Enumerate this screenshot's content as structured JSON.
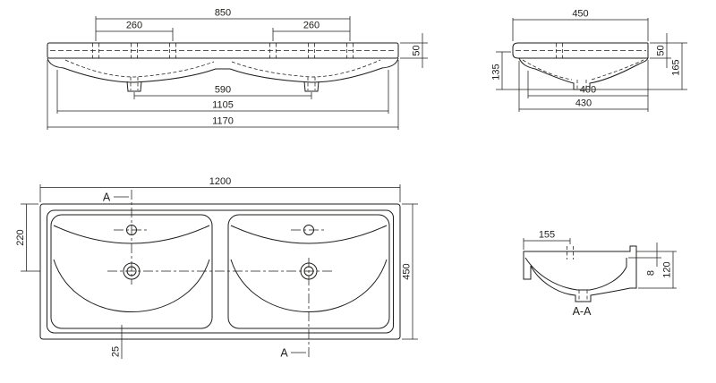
{
  "drawing": {
    "background": "#ffffff",
    "line_color": "#1d1d1b",
    "views": {
      "front_elevation": {
        "name": "front elevation",
        "dims": {
          "tap_span": "850",
          "tap_spacing_left": "260",
          "tap_spacing_right": "260",
          "rim_height": "50",
          "drain_spacing": "590",
          "inner_width": "1105",
          "body_width": "1170"
        }
      },
      "side_elevation": {
        "name": "side elevation",
        "dims": {
          "overall_depth": "450",
          "rim_height": "50",
          "bowl_depth": "135",
          "total_height": "165",
          "inner_depth": "400",
          "base_depth": "430"
        }
      },
      "plan": {
        "name": "plan view",
        "dims": {
          "overall_width": "1200",
          "top_to_drain": "220",
          "overall_depth": "450",
          "edge_offset": "25"
        },
        "section_marker_top": "A",
        "section_marker_bottom": "A"
      },
      "section": {
        "name": "section view",
        "dims": {
          "front_to_hole": "155",
          "rim_thickness": "8",
          "bowl_height": "120"
        },
        "label": "A-A"
      }
    }
  }
}
